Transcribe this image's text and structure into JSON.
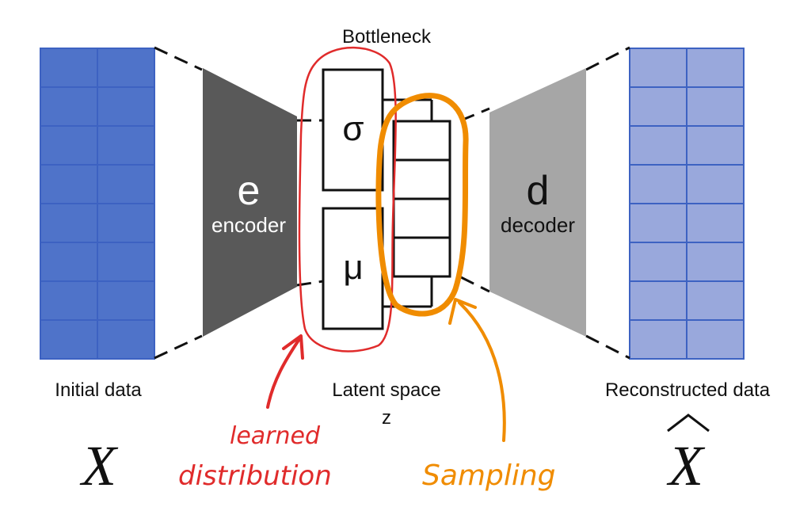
{
  "labels": {
    "bottleneck": "Bottleneck",
    "initial_data": "Initial data",
    "latent_space": "Latent space",
    "latent_z": "z",
    "reconstructed_data": "Reconstructed data",
    "x_symbol": "X",
    "x_hat_symbol": "X",
    "x_hat_accent": "^"
  },
  "encoder": {
    "letter": "e",
    "label": "encoder",
    "color": "#595959"
  },
  "decoder": {
    "letter": "d",
    "label": "decoder",
    "color": "#a6a6a6"
  },
  "bottleneck_boxes": {
    "sigma": "σ",
    "mu": "μ"
  },
  "annotations": {
    "learned_line1": "learned",
    "learned_line2": "distribution",
    "learned_color": "#e02b2b",
    "sampling": "Sampling",
    "sampling_color": "#f08c00"
  },
  "colors": {
    "input_grid": "#4f73c9",
    "output_grid": "#99a8dc",
    "grid_lines": "#3d62c2"
  },
  "grid": {
    "rows": 8,
    "cols": 2
  }
}
